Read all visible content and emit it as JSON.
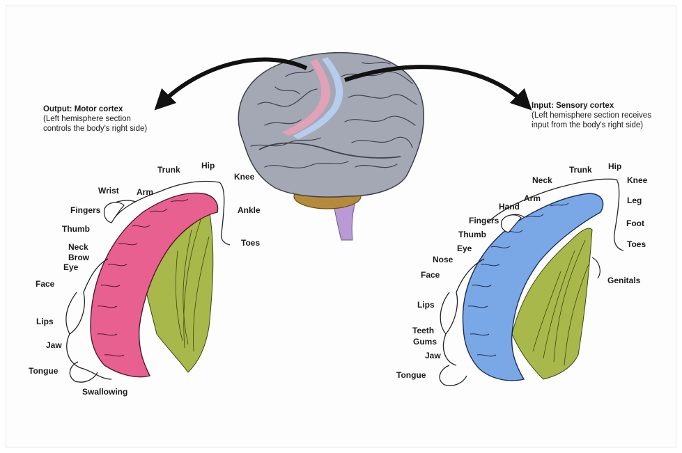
{
  "motor": {
    "title": "Output: Motor cortex",
    "subtitle_line1": "(Left hemisphere section",
    "subtitle_line2": "controls the body's right side)",
    "labels": {
      "trunk": "Trunk",
      "hip": "Hip",
      "knee": "Knee",
      "wrist": "Wrist",
      "arm": "Arm",
      "fingers": "Fingers",
      "ankle": "Ankle",
      "thumb": "Thumb",
      "toes": "Toes",
      "neck": "Neck",
      "brow": "Brow",
      "eye": "Eye",
      "face": "Face",
      "lips": "Lips",
      "jaw": "Jaw",
      "tongue": "Tongue",
      "swallowing": "Swallowing"
    }
  },
  "sensory": {
    "title": "Input: Sensory cortex",
    "subtitle_line1": "(Left hemisphere section receives",
    "subtitle_line2": "input from the body's right side)",
    "labels": {
      "trunk": "Trunk",
      "hip": "Hip",
      "neck": "Neck",
      "knee": "Knee",
      "arm": "Arm",
      "hand": "Hand",
      "leg": "Leg",
      "fingers": "Fingers",
      "foot": "Foot",
      "thumb": "Thumb",
      "toes": "Toes",
      "eye": "Eye",
      "nose": "Nose",
      "face": "Face",
      "genitals": "Genitals",
      "lips": "Lips",
      "teeth": "Teeth",
      "gums": "Gums",
      "jaw": "Jaw",
      "tongue": "Tongue"
    }
  },
  "colors": {
    "motor_strip": "#e8608f",
    "sensory_strip": "#7aa7e6",
    "brain": "#a4a8b4",
    "white_matter": "#a9b84a",
    "arrow": "#111111"
  }
}
